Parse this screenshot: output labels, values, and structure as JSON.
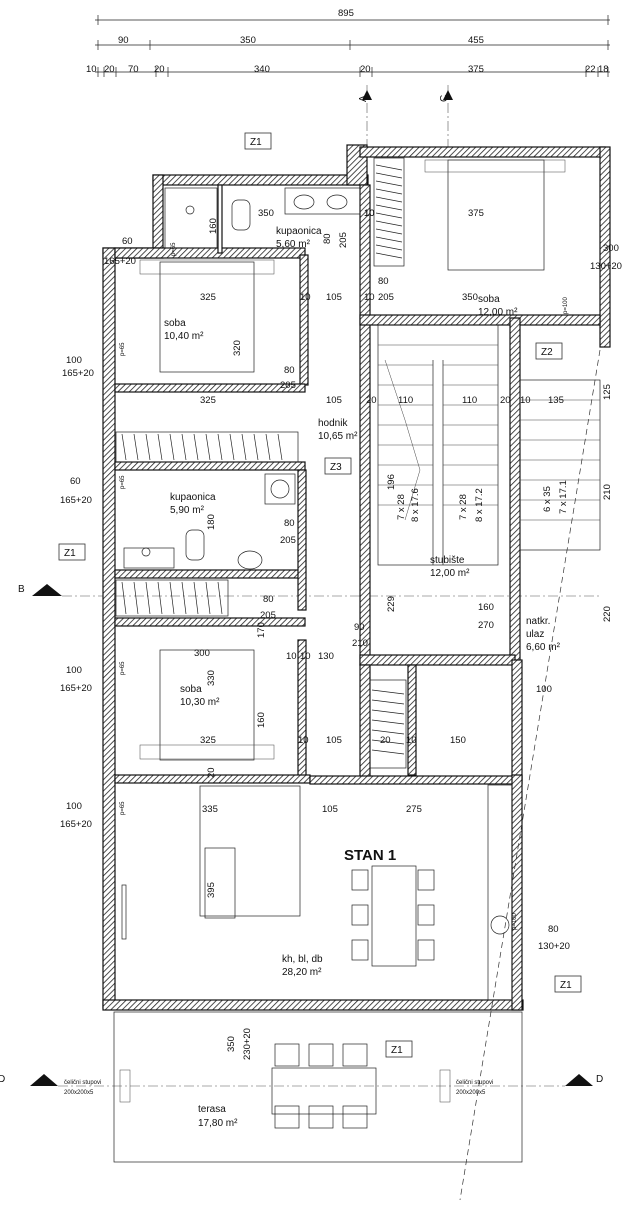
{
  "dims_top": {
    "total": "895",
    "row2": [
      "90",
      "350",
      "455"
    ],
    "row3": [
      "10",
      "20",
      "70",
      "20",
      "340",
      "20",
      "375",
      "22",
      "18"
    ]
  },
  "rooms": {
    "kupaonica_top": {
      "name": "kupaonica",
      "area": "5,60 m²"
    },
    "soba_right": {
      "name": "soba",
      "area": "12,00 m²"
    },
    "soba_1": {
      "name": "soba",
      "area": "10,40 m²"
    },
    "hodnik": {
      "name": "hodnik",
      "area": "10,65 m²"
    },
    "kupaonica_mid": {
      "name": "kupaonica",
      "area": "5,90 m²"
    },
    "stubiste": {
      "name": "stubište",
      "area": "12,00 m²"
    },
    "ulaz": {
      "name": "natkr.",
      "name2": "ulaz",
      "area": "6,60 m²"
    },
    "soba_2": {
      "name": "soba",
      "area": "10,30 m²"
    },
    "living": {
      "name": "kh, bl, db",
      "area": "28,20 m²"
    },
    "terasa": {
      "name": "terasa",
      "area": "17,80 m²"
    }
  },
  "unit_label": "STAN 1",
  "tags": {
    "z1": "Z1",
    "z2": "Z2",
    "z3": "Z3"
  },
  "section_marks": {
    "a": "A",
    "b": "B",
    "c": "C",
    "d": "D"
  },
  "columns_note": {
    "line1": "čelični stupovi",
    "line2": "200x200x5"
  },
  "window_labels": [
    {
      "top": "60",
      "bottom": "165+20"
    },
    {
      "top": "100",
      "bottom": "165+20"
    },
    {
      "top": "60",
      "bottom": "165+20"
    },
    {
      "top": "100",
      "bottom": "165+20"
    },
    {
      "top": "100",
      "bottom": "165+20"
    },
    {
      "top": "300",
      "bottom": "130+20"
    },
    {
      "top": "80",
      "bottom": "130+20"
    }
  ],
  "parapets": [
    "p=65",
    "p=65",
    "p=65",
    "p=65",
    "p=65",
    "p=100",
    "p=100"
  ],
  "inner_dims": [
    "350",
    "160",
    "80",
    "205",
    "375",
    "80",
    "205",
    "350",
    "10",
    "325",
    "10",
    "105",
    "10",
    "320",
    "325",
    "80",
    "205",
    "105",
    "20",
    "110",
    "110",
    "20",
    "10",
    "135",
    "196",
    "7 x 28",
    "8 x 17.6",
    "7 x 28",
    "8 x 17.2",
    "6 x 35",
    "7 x 17.1",
    "125",
    "210",
    "180",
    "80",
    "205",
    "80",
    "205",
    "170",
    "90",
    "210",
    "229",
    "160",
    "270",
    "220",
    "300",
    "330",
    "10",
    "130",
    "160",
    "325",
    "10",
    "105",
    "20",
    "10",
    "150",
    "100",
    "20",
    "335",
    "105",
    "275",
    "395",
    "350",
    "230+20",
    "10",
    "10"
  ],
  "colors": {
    "ink": "#111111",
    "background": "#ffffff"
  }
}
